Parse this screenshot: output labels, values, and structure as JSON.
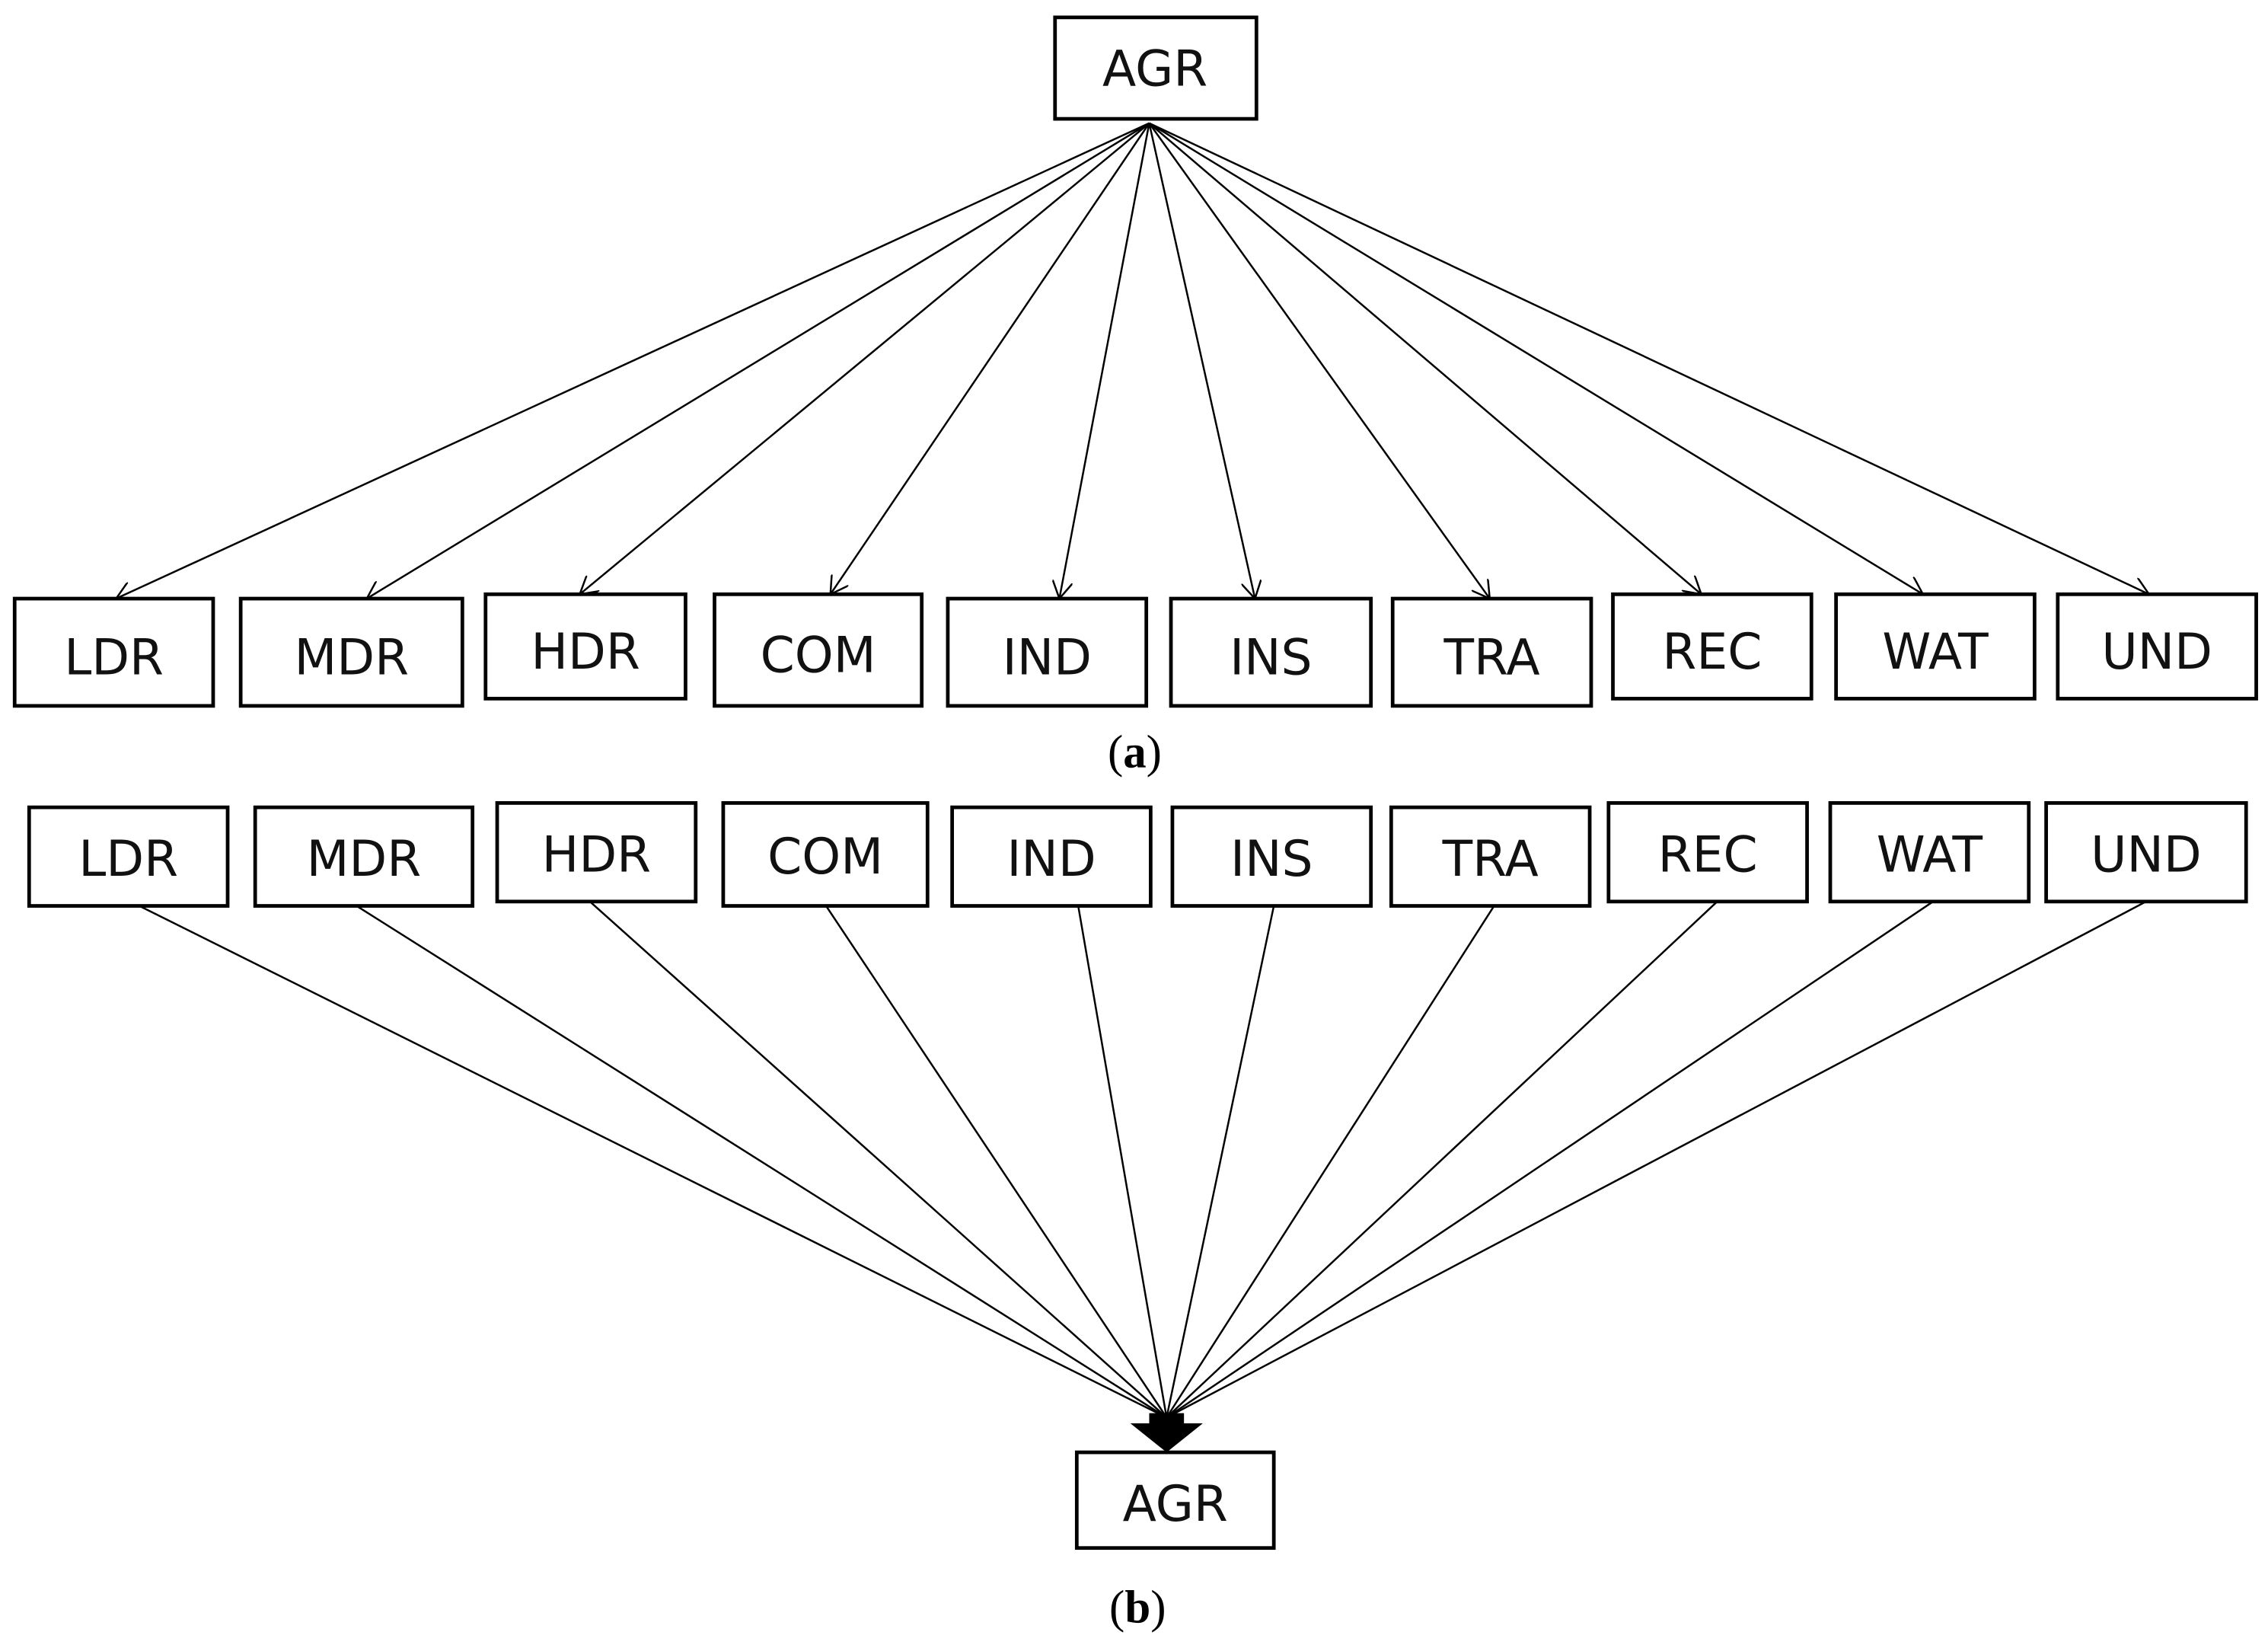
{
  "panel_a": {
    "source": "AGR",
    "targets": [
      "LDR",
      "MDR",
      "HDR",
      "COM",
      "IND",
      "INS",
      "TRA",
      "REC",
      "WAT",
      "UND"
    ],
    "caption_open": "(",
    "caption_letter": "a",
    "caption_close": ")"
  },
  "panel_b": {
    "sources": [
      "LDR",
      "MDR",
      "HDR",
      "COM",
      "IND",
      "INS",
      "TRA",
      "REC",
      "WAT",
      "UND"
    ],
    "target": "AGR",
    "caption_open": "(",
    "caption_letter": "b",
    "caption_close": ")"
  }
}
